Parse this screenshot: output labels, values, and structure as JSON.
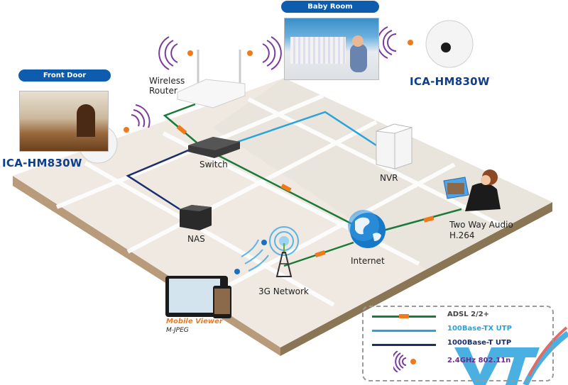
{
  "diagram": {
    "title": "ICA-HM830W network deployment",
    "locations": {
      "front_door": "Front Door",
      "baby_room": "Baby Room"
    },
    "cameras": [
      {
        "location": "Front Door",
        "model": "ICA-HM830W"
      },
      {
        "location": "Baby Room",
        "model": "ICA-HM830W"
      }
    ],
    "nodes": {
      "wireless_router": "Wireless Router",
      "wireless_router_line1": "Wireless",
      "wireless_router_line2": "Router",
      "switch": "Switch",
      "nvr": "NVR",
      "nas": "NAS",
      "internet": "Internet",
      "network_3g": "3G Network",
      "two_way_audio": "Two Way Audio",
      "h264": "H.264",
      "mobile_viewer": "Mobile Viewer",
      "mjpeg": "M-JPEG"
    },
    "links": [
      {
        "from": "Wireless Router",
        "to": "Switch",
        "type": "ADSL 2/2+"
      },
      {
        "from": "Switch",
        "to": "NVR",
        "type": "100Base-TX UTP"
      },
      {
        "from": "Switch",
        "to": "NAS",
        "type": "1000Base-T UTP"
      },
      {
        "from": "Switch",
        "to": "Internet",
        "type": "ADSL 2/2+"
      },
      {
        "from": "Internet",
        "to": "3G Network",
        "type": "ADSL 2/2+"
      },
      {
        "from": "Internet",
        "to": "Two Way Audio",
        "type": "ADSL 2/2+"
      },
      {
        "from": "3G Network",
        "to": "Mobile Viewer",
        "type": "wireless"
      },
      {
        "from": "Wireless Router",
        "to": "ICA-HM830W",
        "type": "2.4GHz 802.11n"
      }
    ],
    "legend": [
      {
        "label": "ADSL 2/2+",
        "color": "#1a7a3a",
        "text_color": "#444444"
      },
      {
        "label": "100Base-TX UTP",
        "color": "#2aa3dc",
        "text_color": "#2aa3dc"
      },
      {
        "label": "1000Base-T UTP",
        "color": "#1b2f6e",
        "text_color": "#1b2f6e"
      },
      {
        "label": "2.4GHz 802.11n",
        "color": "#7a3b9c",
        "text_color": "#6a2d8c"
      }
    ],
    "watermark": "VTX"
  },
  "colors": {
    "adsl": "#1a7a3a",
    "fast_ethernet": "#2aa3dc",
    "gigabit": "#1b2f6e",
    "wifi": "#7a3b9c",
    "badge": "#0d5cae",
    "accent_orange": "#f07a1a",
    "model_text": "#0e3f8c"
  }
}
